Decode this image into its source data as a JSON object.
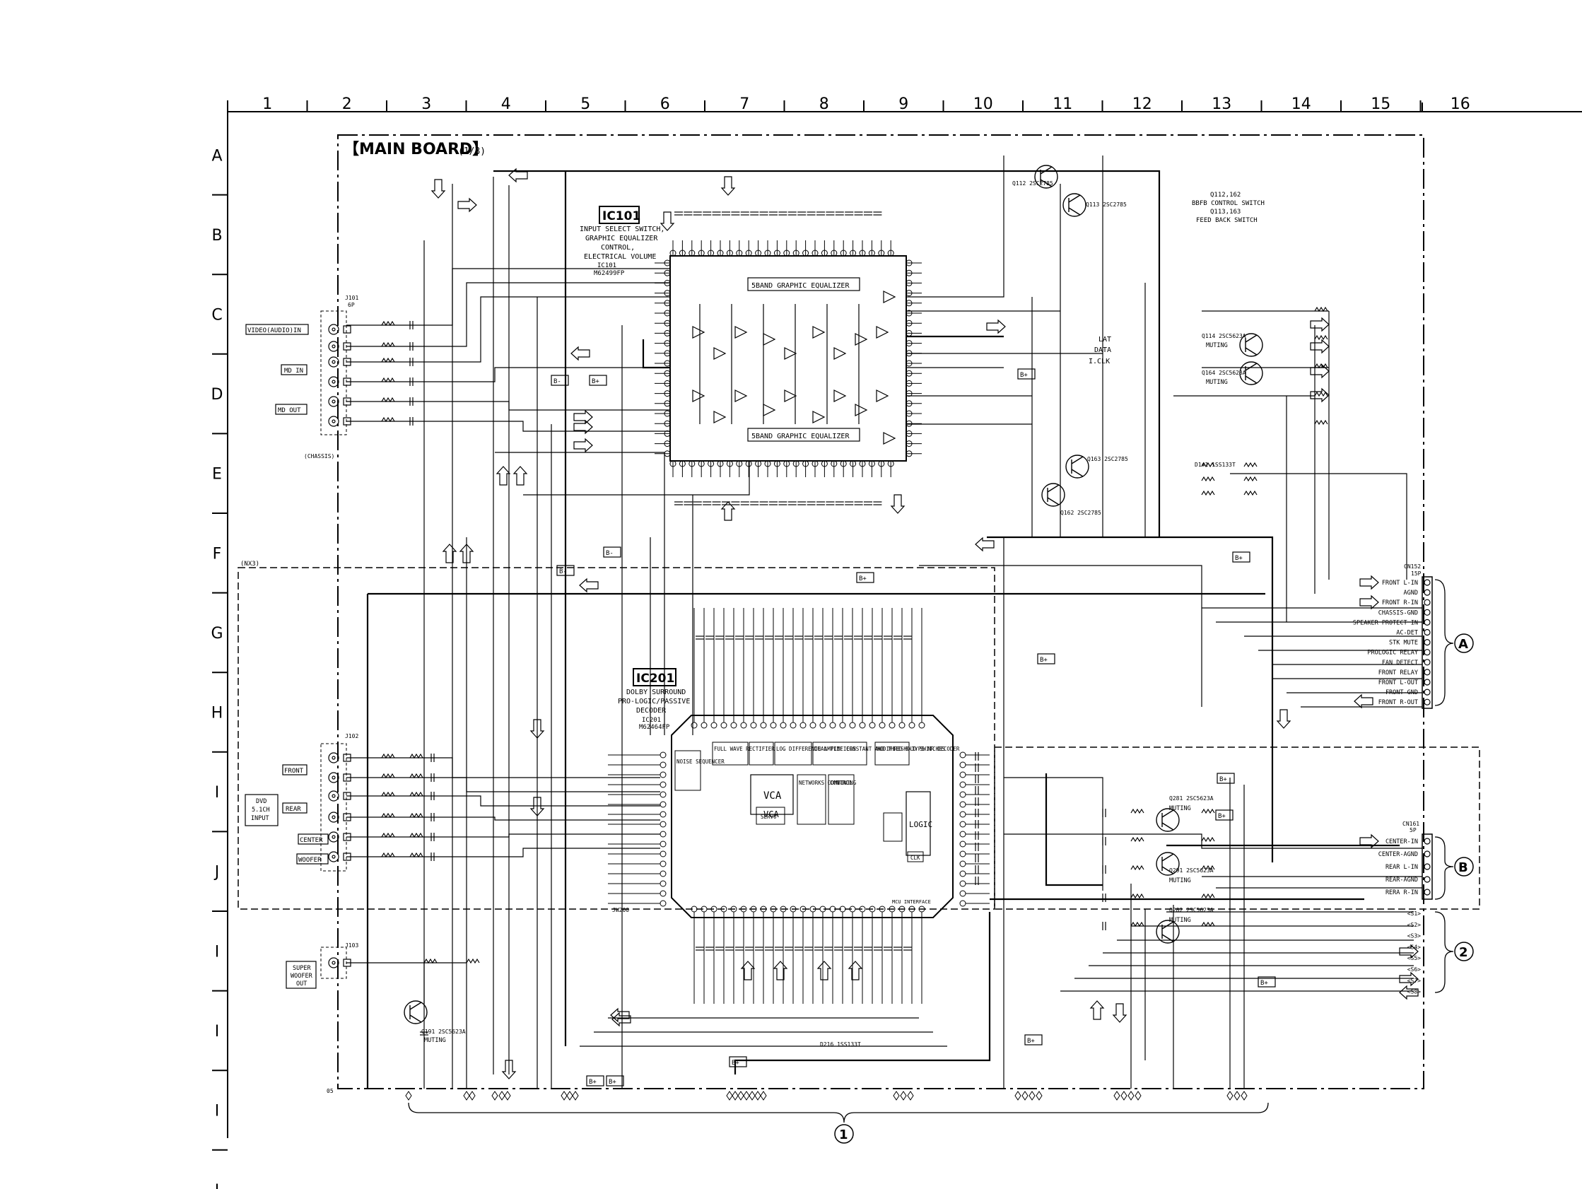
{
  "columns": [
    "1",
    "2",
    "3",
    "4",
    "5",
    "6",
    "7",
    "8",
    "9",
    "10",
    "11",
    "12",
    "13",
    "14",
    "15",
    "16"
  ],
  "rows": [
    "A",
    "B",
    "C",
    "D",
    "E",
    "F",
    "G",
    "H",
    "I",
    "J",
    "I",
    "I",
    "I",
    "I"
  ],
  "board_title": "【MAIN BOARD】",
  "board_page": "(1/3)",
  "ic101": {
    "ref": "IC101",
    "desc": [
      "INPUT SELECT SWITCH,",
      "GRAPHIC EQUALIZER",
      "CONTROL,",
      "ELECTRICAL VOLUME"
    ],
    "part": [
      "IC101",
      "M62499FP"
    ],
    "eq_upper": "5BAND GRAPHIC EQUALIZER",
    "eq_lower": "5BAND GRAPHIC EQUALIZER"
  },
  "ic201": {
    "ref": "IC201",
    "desc": [
      "DOLBY SURROUND",
      "PRO-LOGIC/PASSIVE",
      "DECODER"
    ],
    "part": [
      "IC201",
      "M62464FP"
    ],
    "blocks": [
      "FULL WAVE RECTIFIER",
      "LOG DIFFERENCE AMPLIFIERS",
      "DUAL-TIME CONSTANT AND THRESHOLD SWITCHES",
      "MODIFIED B-TYPE NR DECODER",
      "VCA",
      "LOGIC",
      "NOISE SEQUENCER",
      "CONTROL",
      "NETWORKS COMBINING",
      "SERVO",
      "VCA",
      "CLK"
    ]
  },
  "inputs_left": {
    "video": "VIDEO(AUDIO)IN",
    "md_in": "MD IN",
    "md_out": "MD OUT",
    "chassis": "(CHASSIS)",
    "j101": "J101",
    "j101_pins": "6P",
    "dvd": [
      "DVD",
      "5.1CH",
      "INPUT"
    ],
    "front": "FRONT",
    "rear": "REAR",
    "center": "CENTER",
    "woofer": "WOOFER",
    "j102": "J102",
    "super_woofer": [
      "SUPER",
      "WOOFER",
      "OUT"
    ],
    "j103": "J103"
  },
  "switch_note": [
    "Q112,162",
    "BBFB CONTROL SWITCH",
    "Q113,163",
    "FEED BACK SWITCH"
  ],
  "cn152": {
    "ref": "CN152",
    "pins_count": "15P",
    "pins": [
      "FRONT L-IN",
      "AGND",
      "FRONT R-IN",
      "CHASSIS-GND",
      "SPEAKER PROTECT IN",
      "AC-DET",
      "STK MUTE",
      "PROLOGIC RELAY",
      "FAN DETECT",
      "FRONT RELAY",
      "FRONT L-OUT",
      "FRONT-GND",
      "FRONT R-OUT"
    ],
    "label": "A"
  },
  "cn161": {
    "ref": "CN161",
    "pins_count": "5P",
    "pins": [
      "CENTER-IN",
      "CENTER-AGND",
      "REAR L-IN",
      "REAR-AGND",
      "RERA R-IN"
    ],
    "label": "B"
  },
  "bus_lines": [
    "<S1>",
    "<S2>",
    "<S3>",
    "<S4>",
    "<S5>",
    "<S6>",
    "<S7>",
    "<S8>"
  ],
  "connector_2": "2",
  "connector_1": "1",
  "signals": [
    "LAT",
    "DATA",
    "I.CLK"
  ],
  "muting": "MUTING",
  "transistors": [
    "Q112 2SC2785",
    "Q113 2SC2785",
    "Q162 2SC2785",
    "Q163 2SC2785",
    "Q114 2SC5623A",
    "Q164 2SC5623A",
    "Q281 2SC5623A",
    "Q291 2SC5623A",
    "Q282 2SC5623A",
    "Q191 2SC5623A"
  ],
  "notes": {
    "ind3": "(NX3)",
    "bottom_marker": "05",
    "b_plus": "B+",
    "b_minus": "B-",
    "jw200": "JW200",
    "d216": "D216 1SS133T",
    "d141": "D141 1SS133T",
    "mcu": "MCU INTERFACE"
  }
}
